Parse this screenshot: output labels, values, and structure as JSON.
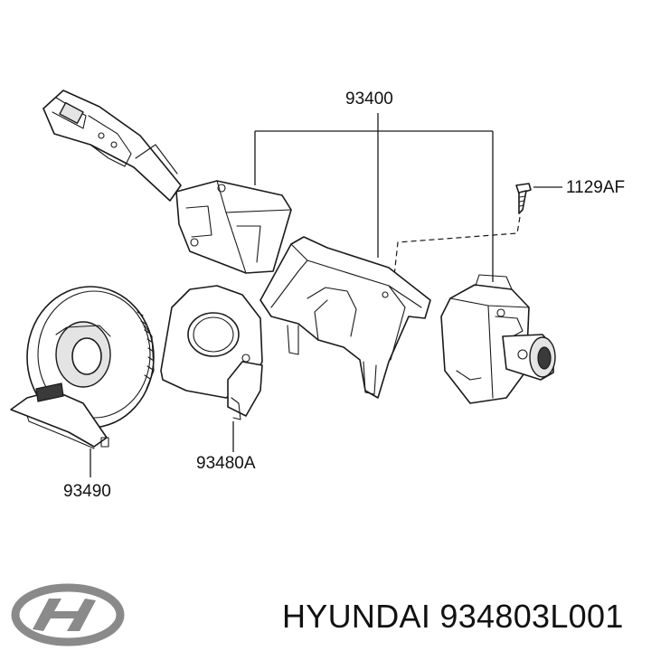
{
  "labels": {
    "assembly": "93400",
    "screw": "1129AF",
    "clock_spring": "93490",
    "angle_sensor": "93480A"
  },
  "caption": "HYUNDAI 934803L001",
  "brand_logo": "hyundai-logo",
  "colors": {
    "line": "#1a1a1a",
    "background": "#ffffff",
    "logo": "#8a8a8a"
  }
}
